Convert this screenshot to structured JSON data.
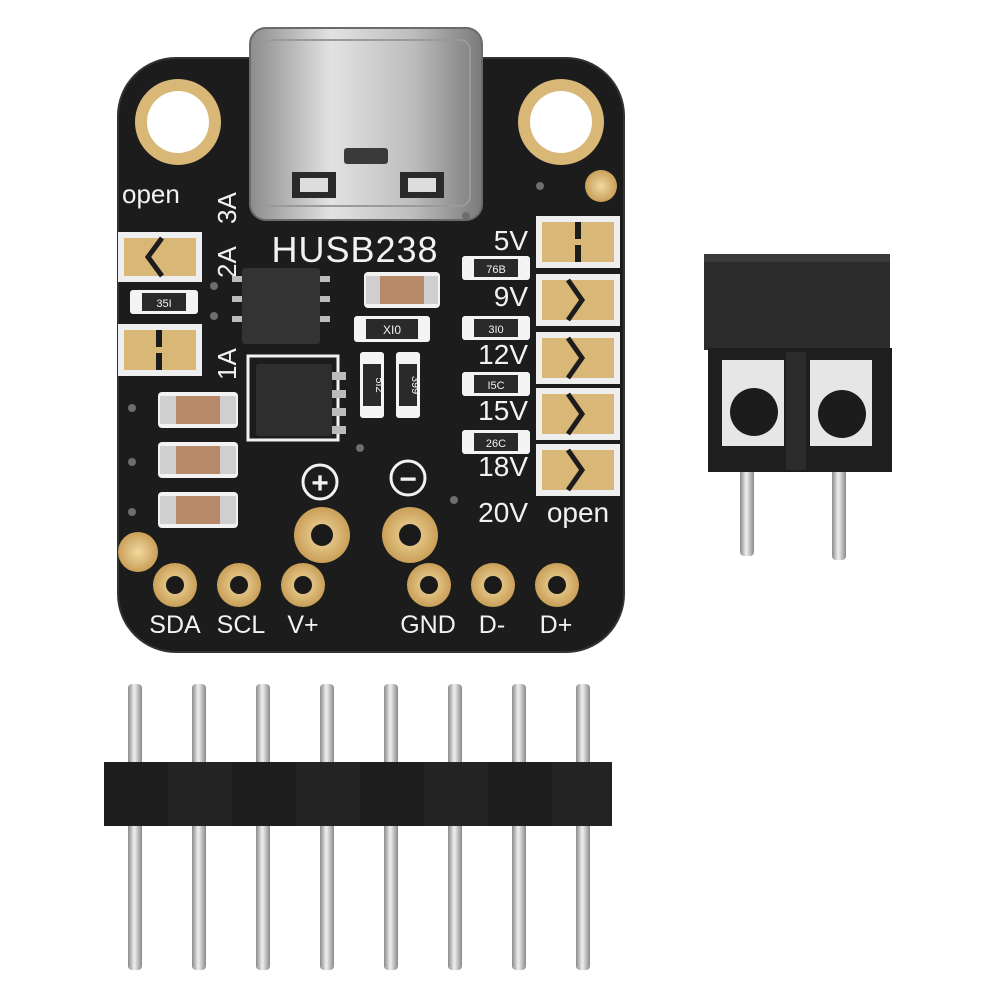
{
  "board": {
    "chip_name": "HUSB238",
    "corner_left_label": "open",
    "current_labels": [
      "3A",
      "2A",
      "1A"
    ],
    "voltage_labels": [
      "5V",
      "9V",
      "12V",
      "15V",
      "18V",
      "20V"
    ],
    "voltage_open_label": "open",
    "pin_labels": [
      "SDA",
      "SCL",
      "V+",
      "GND",
      "D-",
      "D+"
    ],
    "plus_symbol": "+",
    "minus_symbol": "−",
    "resistor_codes": [
      "76B",
      "3I0",
      "I5C",
      "26C",
      "35I",
      "XI0",
      "5I2",
      "399"
    ]
  },
  "colors": {
    "pcb": "#1c1c1c",
    "gold": "#d9b877",
    "silkscreen": "#f2f2f2",
    "terminal_block": "#2b2b2b",
    "metal": "#c8c8c8"
  },
  "header": {
    "pin_count": 8
  },
  "terminal_block": {
    "positions": 2
  }
}
